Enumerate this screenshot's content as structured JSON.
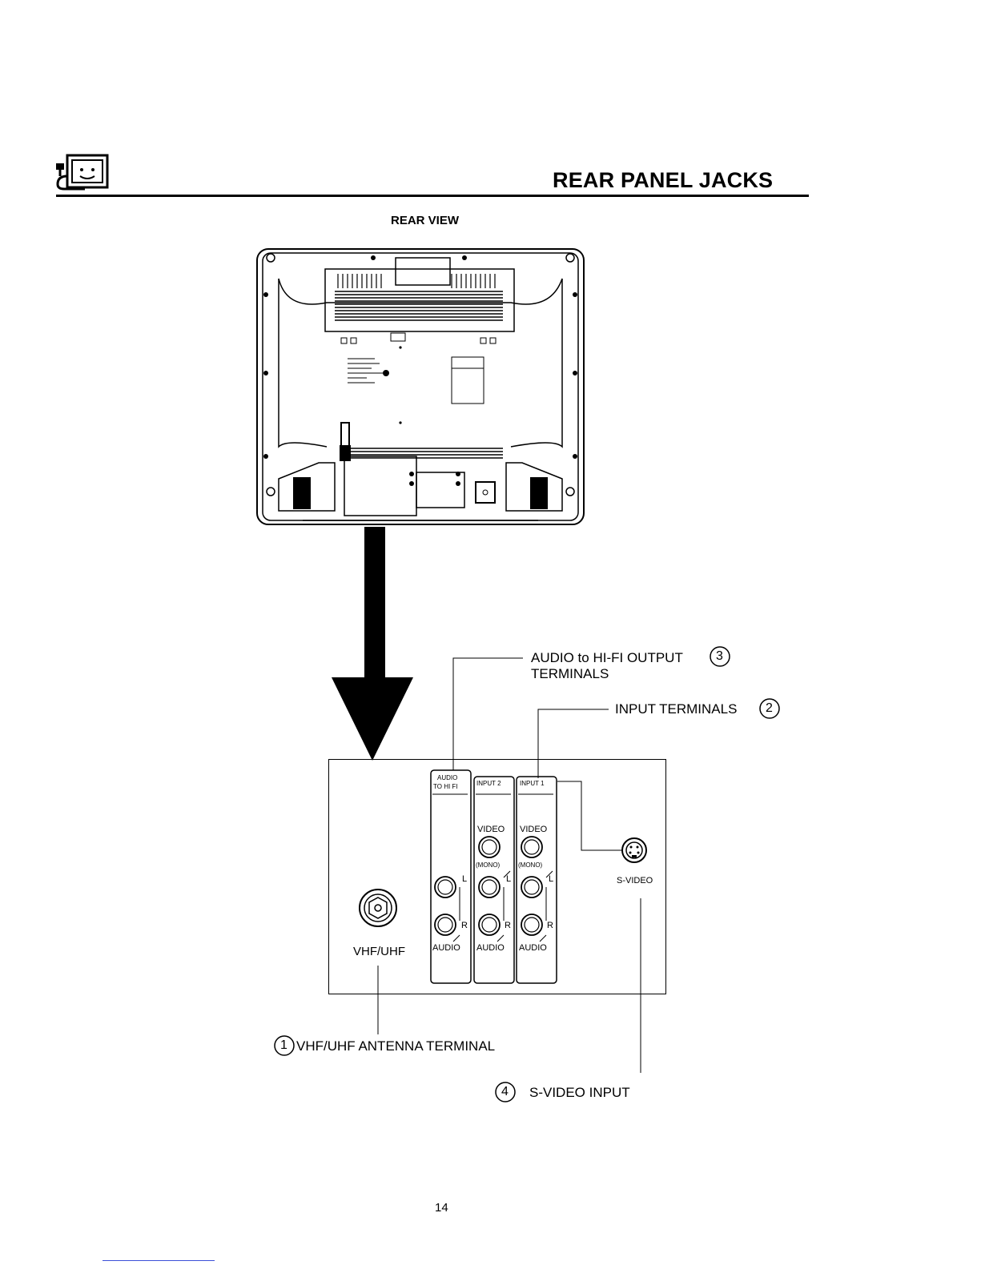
{
  "header": {
    "title": "REAR PANEL JACKS",
    "icon": "tv-with-plug-icon"
  },
  "figure": {
    "view_label": "REAR VIEW"
  },
  "panel": {
    "antenna_jack_label": "VHF/UHF",
    "audio_hifi_label_line1": "AUDIO",
    "audio_hifi_label_line2": "TO HI FI",
    "input2_label": "INPUT 2",
    "input1_label": "INPUT 1",
    "video_label": "VIDEO",
    "mono_label": "(MONO)",
    "left_label": "L",
    "right_label": "R",
    "audio_label": "AUDIO",
    "svideo_label": "S-VIDEO"
  },
  "callouts": [
    {
      "number": "1",
      "text": "VHF/UHF ANTENNA TERMINAL"
    },
    {
      "number": "2",
      "text": "INPUT TERMINALS"
    },
    {
      "number": "3",
      "text_line1": "AUDIO to HI-FI OUTPUT",
      "text_line2": "TERMINALS"
    },
    {
      "number": "4",
      "text": "S-VIDEO INPUT"
    }
  ],
  "footer": {
    "page_number": "14"
  }
}
